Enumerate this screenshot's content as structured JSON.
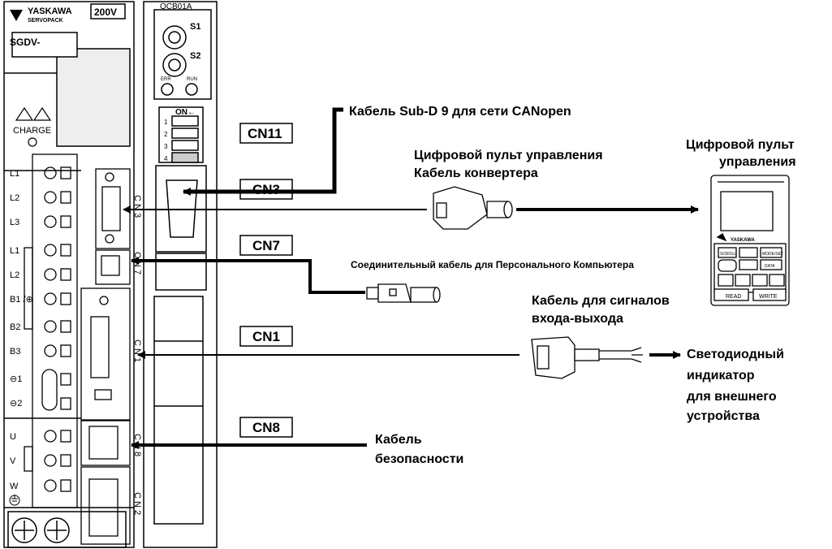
{
  "servopack": {
    "brand": "YASKAWA",
    "series": "SERVOPACK",
    "voltage": "200V",
    "model": "SGDV-",
    "charge_label": "CHARGE",
    "terminals": [
      "L1",
      "L2",
      "L3",
      "L1",
      "L2",
      "B1 /⊕",
      "B2",
      "B3",
      "⊖1",
      "⊖2",
      "U",
      "V",
      "W"
    ]
  },
  "option_module": {
    "model": "OCB01A",
    "switch1": "S1",
    "switch2": "S2",
    "led_err": "ERR",
    "led_run": "RUN",
    "dip_on": "ON←",
    "dip_numbers": [
      "1",
      "2",
      "3",
      "4"
    ]
  },
  "connectors": {
    "cn11": "CN11",
    "cn3": "CN3",
    "cn7": "CN7",
    "cn1": "CN1",
    "cn8": "CN8",
    "side_cn3": "C N 3",
    "side_cn7": "C N 7",
    "side_cn1": "C N 1",
    "side_cn8": "C N 8",
    "side_cn2": "C N 2"
  },
  "cables": {
    "canopen": "Кабель Sub-D 9 для сети CANopen",
    "panel_converter_line1": "Цифровой пульт управления",
    "panel_converter_line2": "Кабель конвертера",
    "pc": "Соединительный кабель для Персонального Компьютера",
    "io_line1": "Кабель для сигналов",
    "io_line2": "входа-выхода",
    "safety_line1": "Кабель",
    "safety_line2": "безопасности"
  },
  "digital_operator": {
    "title_line1": "Цифровой пульт",
    "title_line2": "управления",
    "brand": "YASKAWA",
    "keys": [
      "SCROLL",
      "MODE/SET",
      "DATA",
      "READ",
      "WRITE"
    ]
  },
  "led_indicator": {
    "line1": "Светодиодный",
    "line2": "индикатор",
    "line3": "для внешнего",
    "line4": "устройства"
  }
}
